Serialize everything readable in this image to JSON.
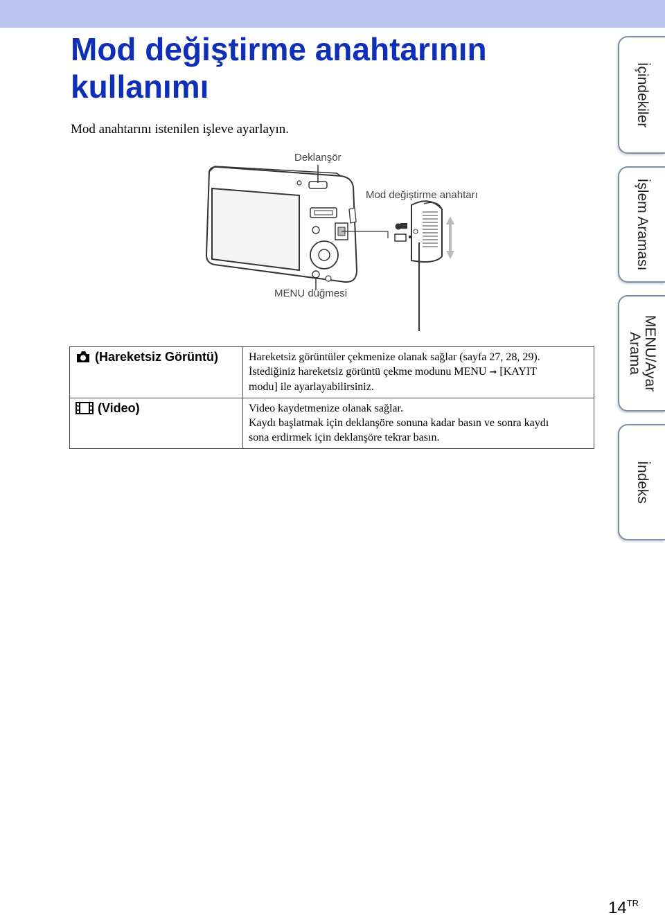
{
  "header": {
    "title": "Mod değiştirme anahtarının kullanımı",
    "subtitle": "Mod anahtarını istenilen işleve ayarlayın."
  },
  "figure": {
    "callouts": {
      "shutter": "Deklanşör",
      "mode_switch": "Mod değiştirme anahtarı",
      "menu_button": "MENU düğmesi"
    }
  },
  "modes_table": {
    "rows": [
      {
        "icon": "camera-icon",
        "mode": "(Hareketsiz Görüntü)",
        "lines": [
          "Hareketsiz görüntüler çekmenize olanak sağlar (sayfa 27, 28, 29).",
          "İstediğiniz hareketsiz görüntü çekme modunu MENU",
          "[KAYIT",
          "modu] ile ayarlayabilirsiniz."
        ]
      },
      {
        "icon": "film-icon",
        "mode": "(Video)",
        "lines": [
          "Video kaydetmenize olanak sağlar.",
          "Kaydı başlatmak için deklanşöre sonuna kadar basın ve sonra kaydı",
          "sona erdirmek için deklanşöre tekrar basın."
        ]
      }
    ]
  },
  "side_tabs": [
    "İçindekiler",
    "İşlem Araması",
    "MENU/Ayar Arama",
    "İndeks"
  ],
  "page": {
    "number": "14",
    "suffix": "TR"
  },
  "colors": {
    "title": "#0f2fb7",
    "top_band": "#b9c7ee",
    "tab_border": "#7a8ea8"
  }
}
